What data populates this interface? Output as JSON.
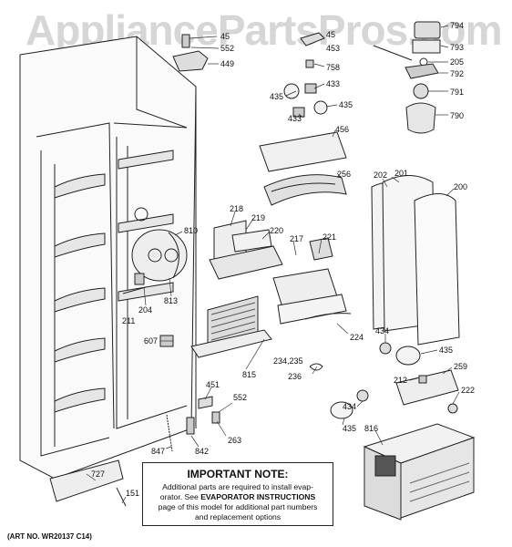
{
  "watermark": "AppliancePartsPros.com",
  "note": {
    "title": "IMPORTANT NOTE:",
    "line1": "Additional parts are required to install evap-",
    "line2a": "orator.  See ",
    "line2b": "EVAPORATOR INSTRUCTIONS",
    "line3": "page of this model for additional part numbers",
    "line4": "and replacement options"
  },
  "art_number": "(ART NO. WR20137 C14)",
  "part_labels": [
    {
      "id": "p1",
      "text": "45"
    },
    {
      "id": "p2",
      "text": "552"
    },
    {
      "id": "p3",
      "text": "449"
    },
    {
      "id": "p4",
      "text": "45"
    },
    {
      "id": "p5",
      "text": "453"
    },
    {
      "id": "p6",
      "text": "758"
    },
    {
      "id": "p7",
      "text": "433"
    },
    {
      "id": "p8",
      "text": "435"
    },
    {
      "id": "p9",
      "text": "433"
    },
    {
      "id": "p10",
      "text": "435"
    },
    {
      "id": "p11",
      "text": "794"
    },
    {
      "id": "p12",
      "text": "793"
    },
    {
      "id": "p13",
      "text": "205"
    },
    {
      "id": "p14",
      "text": "792"
    },
    {
      "id": "p15",
      "text": "791"
    },
    {
      "id": "p16",
      "text": "790"
    },
    {
      "id": "p17",
      "text": "456"
    },
    {
      "id": "p18",
      "text": "256"
    },
    {
      "id": "p19",
      "text": "202"
    },
    {
      "id": "p20",
      "text": "201"
    },
    {
      "id": "p21",
      "text": "200"
    },
    {
      "id": "p22",
      "text": "218"
    },
    {
      "id": "p23",
      "text": "219"
    },
    {
      "id": "p24",
      "text": "220"
    },
    {
      "id": "p25",
      "text": "217"
    },
    {
      "id": "p26",
      "text": "221"
    },
    {
      "id": "p27",
      "text": "810"
    },
    {
      "id": "p28",
      "text": "204"
    },
    {
      "id": "p29",
      "text": "813"
    },
    {
      "id": "p30",
      "text": "211"
    },
    {
      "id": "p31",
      "text": "607"
    },
    {
      "id": "p32",
      "text": "224"
    },
    {
      "id": "p33",
      "text": "434"
    },
    {
      "id": "p34",
      "text": "435"
    },
    {
      "id": "p35",
      "text": "234,235"
    },
    {
      "id": "p36",
      "text": "236"
    },
    {
      "id": "p37",
      "text": "815"
    },
    {
      "id": "p38",
      "text": "212"
    },
    {
      "id": "p39",
      "text": "259"
    },
    {
      "id": "p40",
      "text": "222"
    },
    {
      "id": "p41",
      "text": "451"
    },
    {
      "id": "p42",
      "text": "552"
    },
    {
      "id": "p43",
      "text": "434"
    },
    {
      "id": "p44",
      "text": "435"
    },
    {
      "id": "p45",
      "text": "816"
    },
    {
      "id": "p46",
      "text": "263"
    },
    {
      "id": "p47",
      "text": "847"
    },
    {
      "id": "p48",
      "text": "842"
    },
    {
      "id": "p49",
      "text": "727"
    },
    {
      "id": "p50",
      "text": "151"
    }
  ]
}
